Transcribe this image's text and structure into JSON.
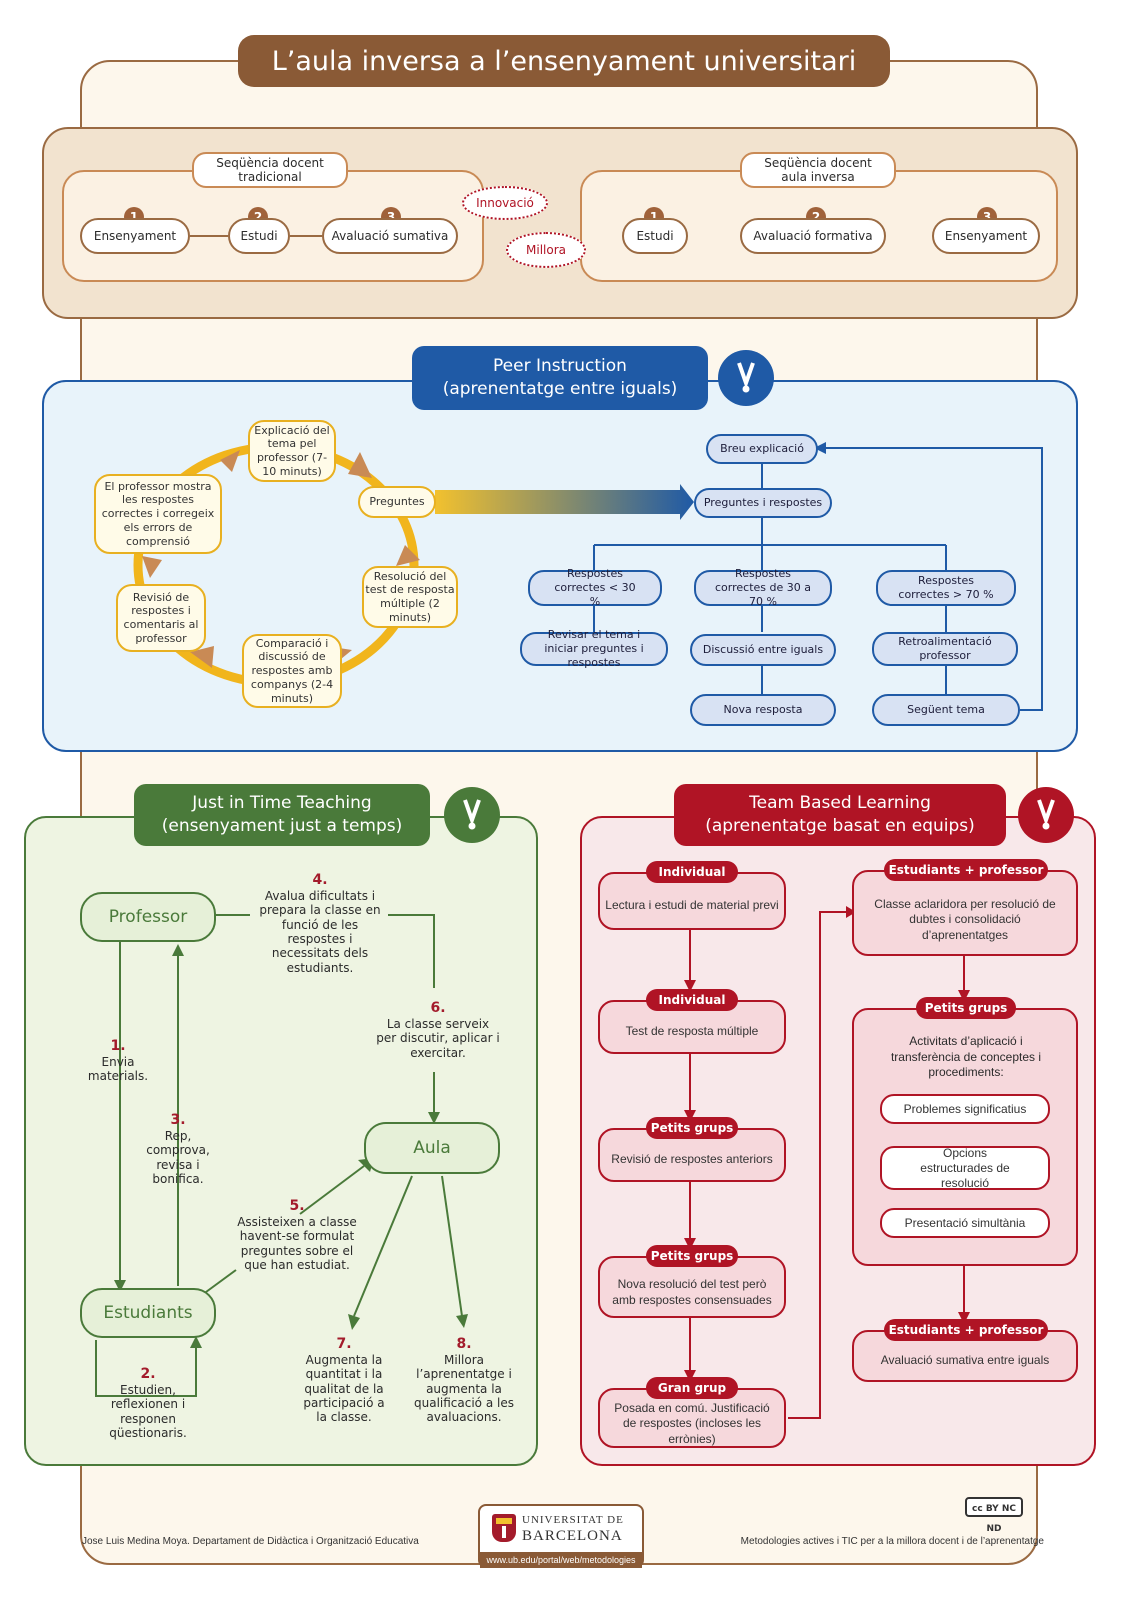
{
  "title": "L’aula inversa a l’ensenyament universitari",
  "sequences": {
    "traditional": {
      "title": "Seqüència docent tradicional",
      "steps": [
        {
          "n": "1",
          "label": "Ensenyament"
        },
        {
          "n": "2",
          "label": "Estudi"
        },
        {
          "n": "3",
          "label": "Avaluació sumativa"
        }
      ]
    },
    "flipped": {
      "title": "Seqüència docent aula inversa",
      "steps": [
        {
          "n": "1",
          "label": "Estudi"
        },
        {
          "n": "2",
          "label": "Avaluació formativa"
        },
        {
          "n": "3",
          "label": "Ensenyament"
        }
      ]
    },
    "innovacio": "Innovació",
    "millora": "Millora"
  },
  "peer": {
    "title_line1": "Peer Instruction",
    "title_line2": "(aprenentatge entre iguals)",
    "cycle": [
      "Explicació del tema pel professor (7-10 minuts)",
      "Preguntes",
      "Resolució del test de resposta múltiple (2 minuts)",
      "Comparació i discussió de respostes amb companys (2-4 minuts)",
      "Revisió de respostes i comentaris al professor",
      "El professor mostra les respostes correctes i corregeix els errors de comprensió"
    ],
    "flow": {
      "breu": "Breu explicació",
      "preguntes": "Preguntes i respostes",
      "c1": "Respostes correctes < 30 %",
      "c2": "Respostes correctes de 30 a 70 %",
      "c3": "Respostes correctes > 70 %",
      "a1": "Revisar el tema i iniciar preguntes i respostes",
      "a2": "Discussió entre iguals",
      "a3": "Retroalimentació professor",
      "b2": "Nova resposta",
      "b3": "Següent tema"
    }
  },
  "jitt": {
    "title_line1": "Just in Time Teaching",
    "title_line2": "(ensenyament just a temps)",
    "professor": "Professor",
    "aula": "Aula",
    "estudiants": "Estudiants",
    "steps": {
      "s1n": "1.",
      "s1": "Envia materials.",
      "s2n": "2.",
      "s2": "Estudien, reflexionen i responen qüestionaris.",
      "s3n": "3.",
      "s3": "Rep, comprova, revisa i bonifica.",
      "s4n": "4.",
      "s4": "Avalua dificultats i prepara la classe en funció de les respostes i necessitats dels estudiants.",
      "s5n": "5.",
      "s5": "Assisteixen a classe havent-se formulat preguntes sobre el que han estudiat.",
      "s6n": "6.",
      "s6": "La classe serveix per discutir, aplicar i exercitar.",
      "s7n": "7.",
      "s7": "Augmenta la quantitat i la qualitat de la participació a la classe.",
      "s8n": "8.",
      "s8": "Millora l’aprenentatge i augmenta la qualificació a les avaluacions."
    }
  },
  "tbl": {
    "title_line1": "Team Based Learning",
    "title_line2": "(aprenentatge basat en equips)",
    "left": [
      {
        "badge": "Individual",
        "text": "Lectura i estudi de material previ"
      },
      {
        "badge": "Individual",
        "text": "Test de resposta múltiple"
      },
      {
        "badge": "Petits grups",
        "text": "Revisió de respostes anteriors"
      },
      {
        "badge": "Petits grups",
        "text": "Nova resolució del test però amb respostes consensuades"
      },
      {
        "badge": "Gran grup",
        "text": "Posada en comú. Justificació de respostes (incloses les errònies)"
      }
    ],
    "right": {
      "r1_badge": "Estudiants + professor",
      "r1_text": "Classe aclaridora per resolució de dubtes i consolidació d’aprenentatges",
      "r2_badge": "Petits grups",
      "r2_text": "Activitats d’aplicació i transferència de conceptes i procediments:",
      "r2_items": [
        "Problemes significatius",
        "Opcions estructurades de resolució",
        "Presentació simultània"
      ],
      "r3_badge": "Estudiants + professor",
      "r3_text": "Avaluació sumativa entre iguals"
    }
  },
  "footer": {
    "left": "Jose Luis Medina Moya. Departament de Didàctica i Organització Educativa",
    "right": "Metodologies actives i TIC per a la millora docent i de l’aprenentatge",
    "logo_line1": "UNIVERSITAT DE",
    "logo_line2": "BARCELONA",
    "url": "www.ub.edu/portal/web/metodologies",
    "license": "cc BY NC ND"
  },
  "colors": {
    "brown": "#8a5a36",
    "blue": "#1f5aa6",
    "green": "#4a7a3a",
    "red": "#b01425",
    "yellow": "#e8b020"
  }
}
